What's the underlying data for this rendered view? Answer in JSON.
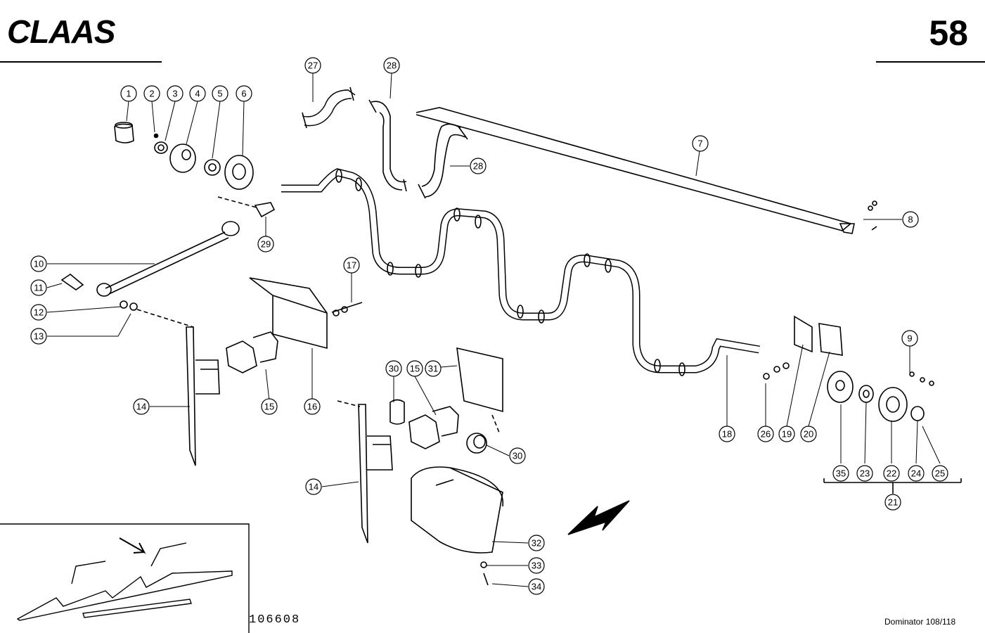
{
  "header": {
    "brand": "CLAAS",
    "page_number": "58"
  },
  "footer": {
    "drawing_number": "106608",
    "model": "Dominator 108/118"
  },
  "callouts": [
    "1",
    "2",
    "3",
    "4",
    "5",
    "6",
    "7",
    "8",
    "9",
    "10",
    "11",
    "12",
    "13",
    "14",
    "14",
    "15",
    "15",
    "16",
    "17",
    "18",
    "19",
    "20",
    "21",
    "22",
    "23",
    "24",
    "25",
    "26",
    "27",
    "28",
    "28",
    "29",
    "30",
    "30",
    "31",
    "32",
    "33",
    "34",
    "35"
  ]
}
